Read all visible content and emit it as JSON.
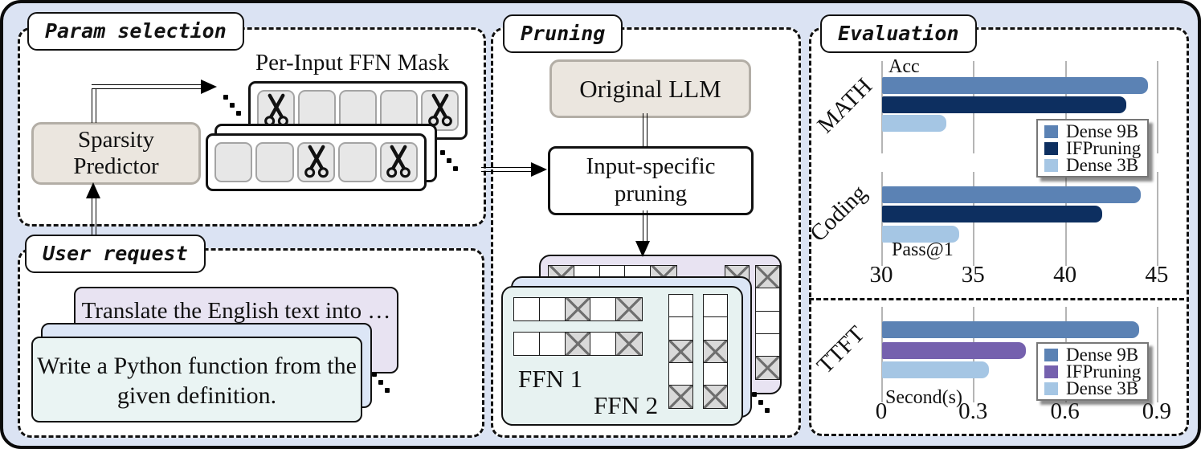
{
  "sections": {
    "param_selection": {
      "title": "Param selection",
      "predictor": {
        "line1": "Sparsity",
        "line2": "Predictor"
      },
      "mask_label": "Per-Input FFN Mask",
      "masks": [
        {
          "position": "back",
          "cells": [
            "scissors",
            "",
            "",
            "",
            "scissors"
          ]
        },
        {
          "position": "middle",
          "cells": []
        },
        {
          "position": "front",
          "cells": [
            "",
            "",
            "scissors",
            "",
            "scissors"
          ]
        }
      ]
    },
    "user_request": {
      "title": "User request",
      "cards": [
        {
          "position": "back",
          "text": "Translate the English text into …"
        },
        {
          "position": "middle",
          "text": ""
        },
        {
          "position": "front",
          "line1": "Write a Python function from the",
          "line2": "given definition."
        }
      ]
    },
    "pruning": {
      "title": "Pruning",
      "original_llm": "Original LLM",
      "input_specific": {
        "line1": "Input-specific",
        "line2": "pruning"
      },
      "ffn_cards": {
        "back": {
          "row": [
            "x",
            "",
            "",
            "",
            "x"
          ],
          "cols": [
            [
              "x",
              "",
              "",
              "",
              "x"
            ],
            [
              "x",
              "",
              "",
              "",
              "x"
            ]
          ]
        },
        "front": {
          "rows": [
            [
              "",
              "",
              "x",
              "",
              "x"
            ],
            [
              "",
              "",
              "x",
              "",
              "x"
            ]
          ],
          "cols": [
            [
              "",
              "",
              "x",
              "",
              "x"
            ],
            [
              "",
              "",
              "x",
              "",
              "x"
            ]
          ],
          "label1": "FFN 1",
          "label2": "FFN 2"
        }
      }
    },
    "evaluation": {
      "title": "Evaluation"
    }
  },
  "colors": {
    "dense9b": "#5b82b4",
    "ifpruning_accuracy": "#0d2f60",
    "ifpruning_latency": "#7561ae",
    "dense3b": "#a5c6e4",
    "background": "#dbe3f3",
    "beige_box": "#ebe6df",
    "card_purple": "#e8e3f2",
    "card_blue": "#dce6f6",
    "card_mint": "#eaf4f3"
  },
  "chart_data": [
    {
      "type": "bar",
      "orientation": "horizontal",
      "panel": "accuracy",
      "categories": [
        "MATH",
        "Coding"
      ],
      "value_labels": {
        "MATH": "Acc",
        "Coding": "Pass@1"
      },
      "series": [
        {
          "name": "Dense 9B",
          "color": "#5b82b4",
          "values": [
            44.5,
            44.1
          ]
        },
        {
          "name": "IFPruning",
          "color": "#0d2f60",
          "values": [
            43.3,
            42.0
          ]
        },
        {
          "name": "Dense 3B",
          "color": "#a5c6e4",
          "values": [
            33.5,
            34.2
          ]
        }
      ],
      "xlim": [
        30,
        46.5
      ],
      "xticks": [
        30,
        35,
        40,
        45
      ],
      "grid": true,
      "legend_position": "right"
    },
    {
      "type": "bar",
      "orientation": "horizontal",
      "panel": "latency",
      "categories": [
        "TTFT"
      ],
      "value_label": "Second(s)",
      "series": [
        {
          "name": "Dense 9B",
          "color": "#5b82b4",
          "values": [
            0.84
          ]
        },
        {
          "name": "IFPruning",
          "color": "#7561ae",
          "values": [
            0.47
          ]
        },
        {
          "name": "Dense 3B",
          "color": "#a5c6e4",
          "values": [
            0.35
          ]
        }
      ],
      "xlim": [
        0,
        0.95
      ],
      "xticks": [
        0,
        0.3,
        0.6,
        0.9
      ],
      "grid": true,
      "legend_position": "right"
    }
  ]
}
